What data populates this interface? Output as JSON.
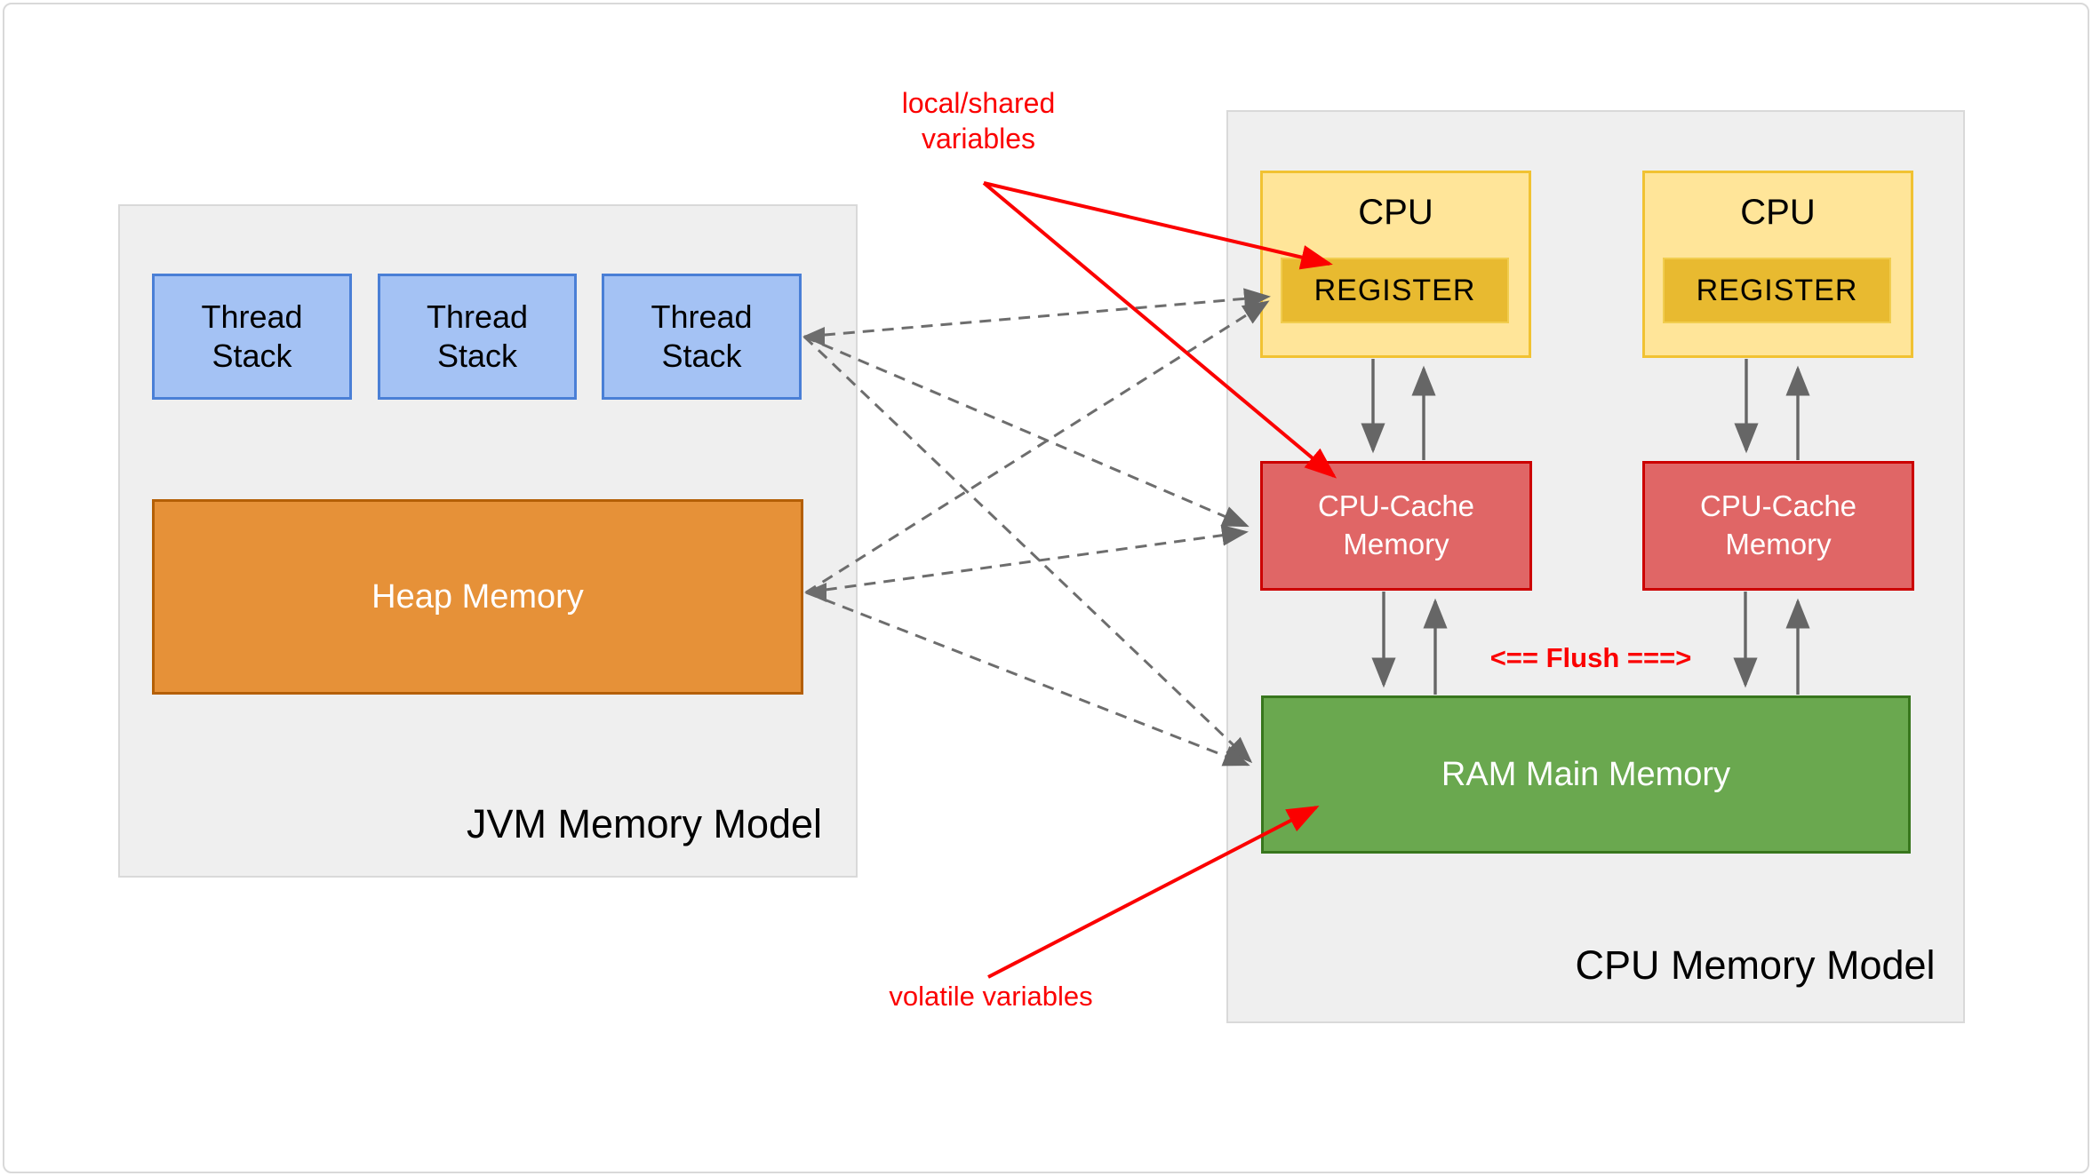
{
  "jvm": {
    "label": "JVM Memory Model",
    "threads": [
      {
        "label": "Thread Stack"
      },
      {
        "label": "Thread Stack"
      },
      {
        "label": "Thread Stack"
      }
    ],
    "heap_label": "Heap Memory"
  },
  "cpu": {
    "label": "CPU Memory Model",
    "units": [
      {
        "title": "CPU",
        "register_label": "REGISTER"
      },
      {
        "title": "CPU",
        "register_label": "REGISTER"
      }
    ],
    "caches": [
      {
        "label": "CPU-Cache Memory"
      },
      {
        "label": "CPU-Cache Memory"
      }
    ],
    "ram_label": "RAM Main Memory",
    "flush_label": "<== Flush ===>"
  },
  "annotations": {
    "local_shared_line1": "local/shared",
    "local_shared_line2": "variables",
    "volatile_label": "volatile variables"
  },
  "colors": {
    "thread_fill": "#a4c2f4",
    "thread_border": "#4a7fd6",
    "heap_fill": "#e69138",
    "heap_border": "#b45f06",
    "cpu_fill": "#ffe599",
    "cpu_border": "#f1c232",
    "register_fill": "#e8ba30",
    "cache_fill": "#e06666",
    "cache_border": "#cc0000",
    "ram_fill": "#6aa84f",
    "ram_border": "#38761d",
    "panel_fill": "#efefef",
    "panel_border": "#d9d9d9",
    "annotation_red": "#fb0000",
    "arrow_gray": "#666666"
  }
}
